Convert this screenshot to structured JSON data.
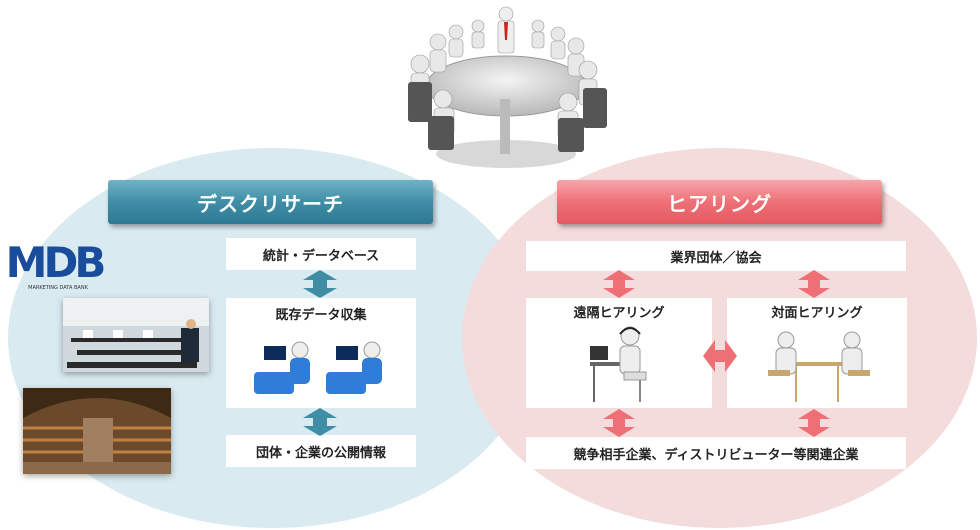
{
  "meeting": {
    "icon": "meeting-table-icon"
  },
  "desk_research": {
    "header": "デスクリサーチ",
    "items": [
      "統計・データベース",
      "既存データ収集",
      "団体・企業の公開情報"
    ],
    "logo_text": "MDB",
    "logo_subtext": "MARKETING DATA BANK",
    "color": "#3f8ea6"
  },
  "hearing": {
    "header": "ヒアリング",
    "industry": "業界団体／協会",
    "remote": "遠隔ヒアリング",
    "face": "対面ヒアリング",
    "competitors": "競争相手企業、ディストリビューター等関連企業",
    "color": "#ee7076"
  }
}
